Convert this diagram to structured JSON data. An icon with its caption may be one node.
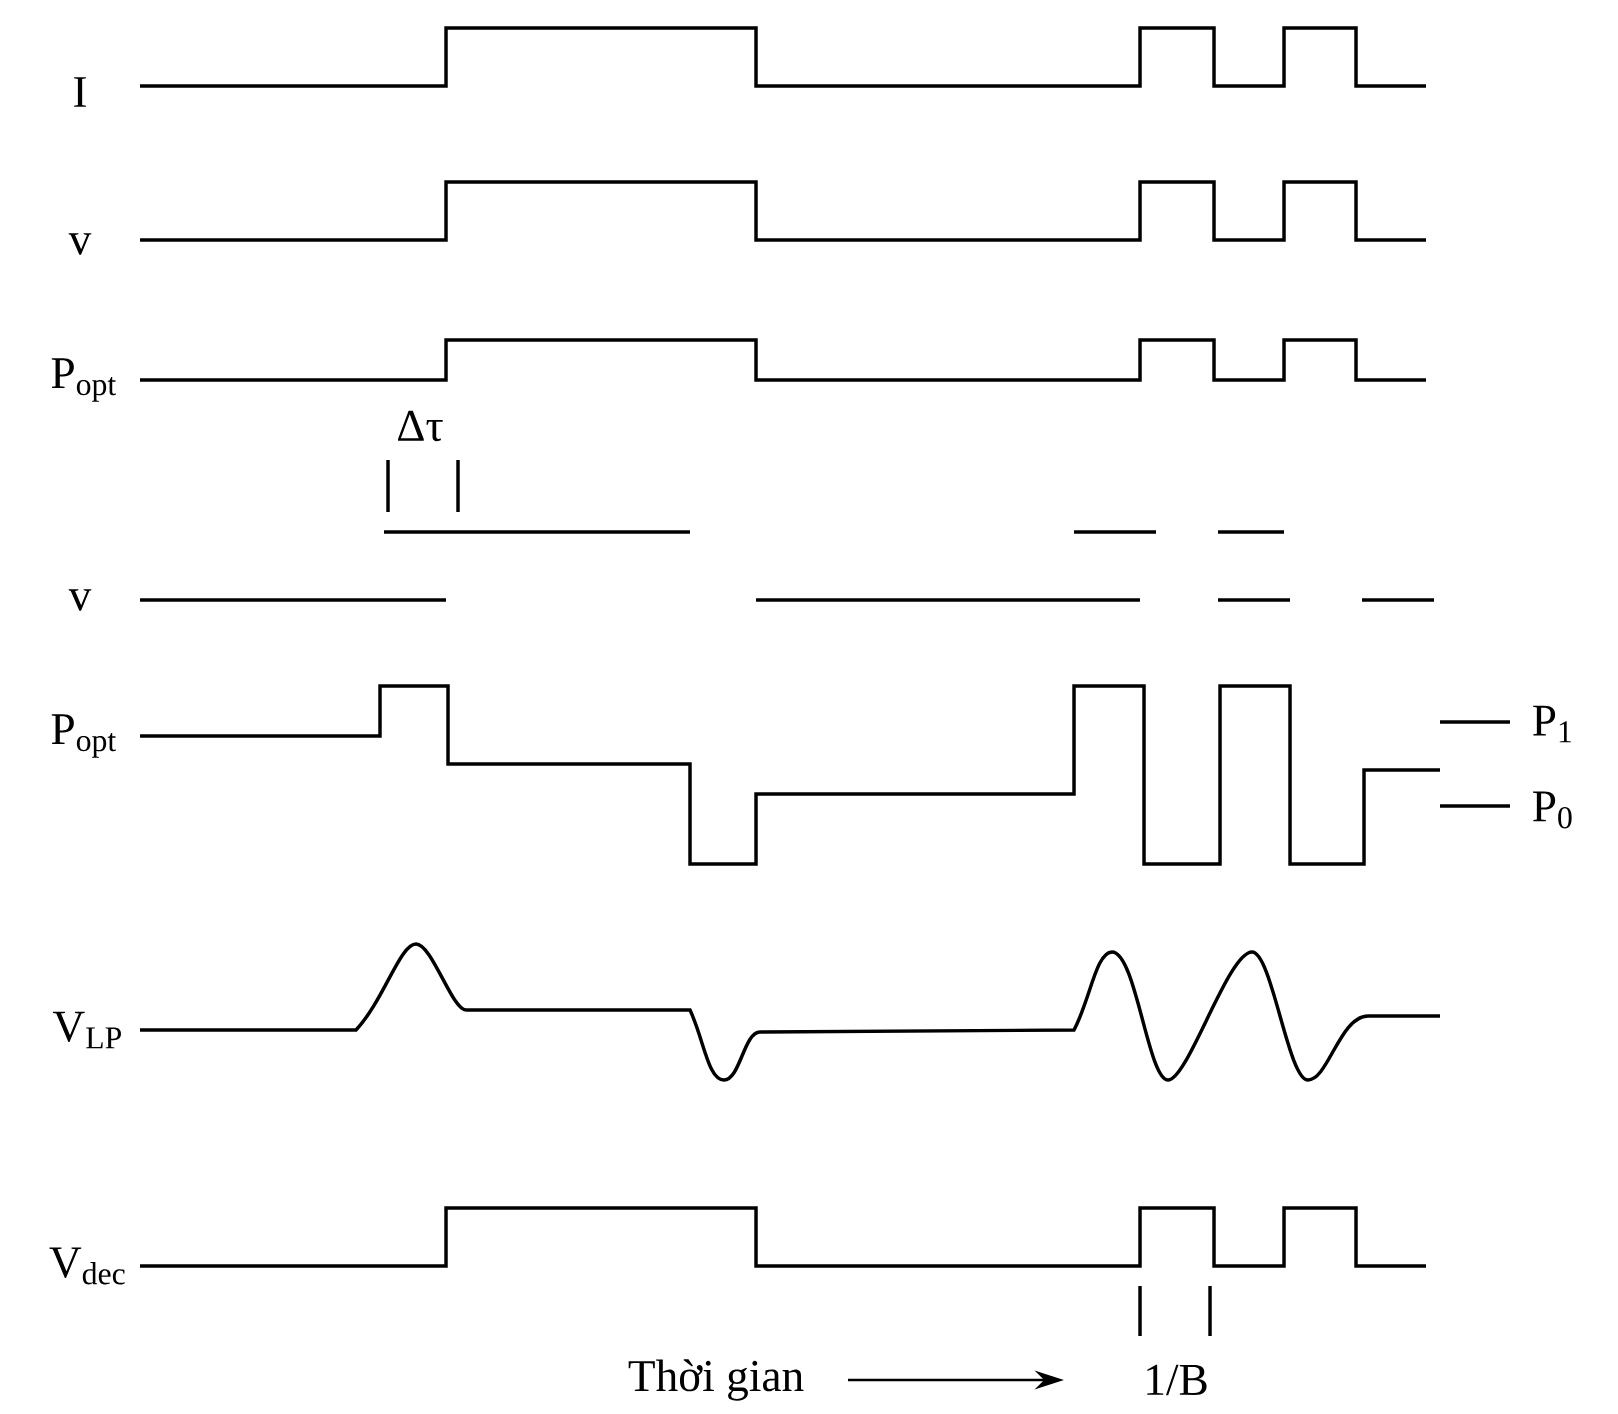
{
  "diagram": {
    "labels": [
      "I",
      "v",
      "P$_{opt}$",
      "Δτ",
      "v",
      "P$_{opt}$",
      "P$_{1}$",
      "P$_{0}$",
      "V$_{LP}$",
      "V$_{dec}$",
      "Thời gian",
      "1/B"
    ]
  }
}
